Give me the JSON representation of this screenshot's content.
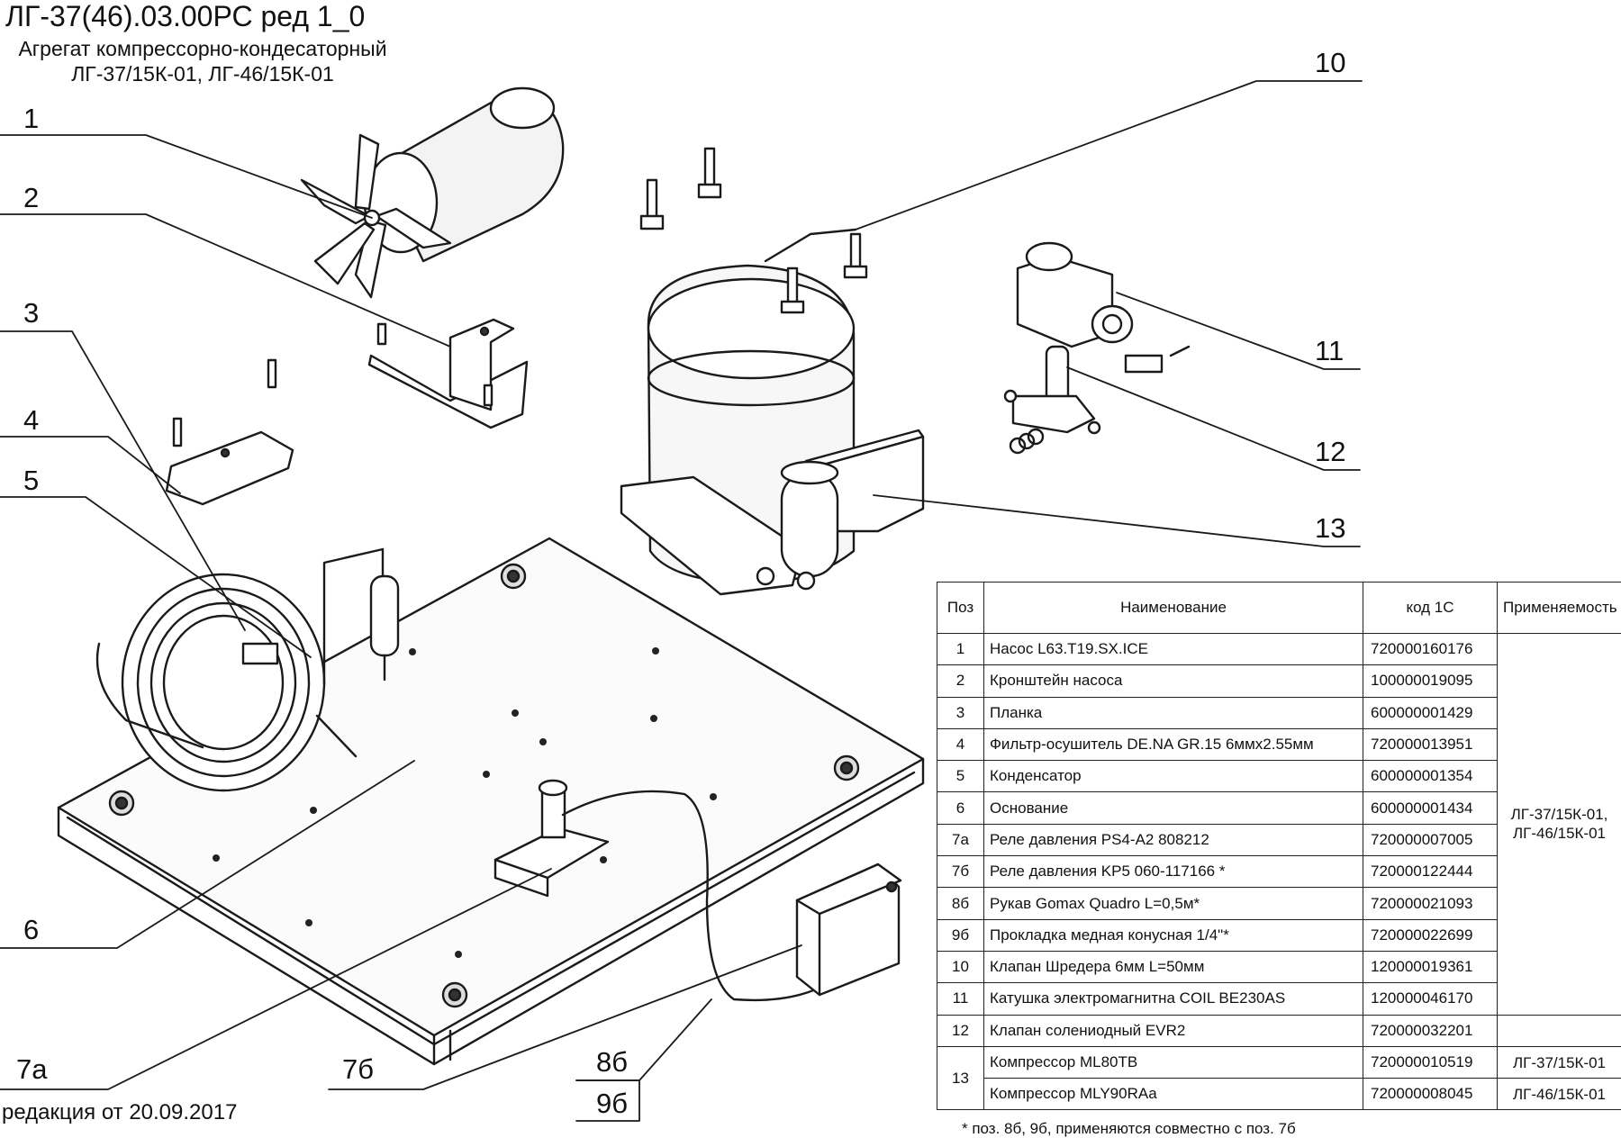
{
  "document": {
    "code": "ЛГ-37(46).03.00РС ред 1_0",
    "subtitle_line1": "Агрегат компрессорно-кондесаторный",
    "subtitle_line2": "ЛГ-37/15К-01, ЛГ-46/15К-01",
    "revision": "редакция от 20.09.2017",
    "footnote": "* поз. 8б, 9б, применяются совместно с поз. 7б"
  },
  "callouts": {
    "c1": "1",
    "c2": "2",
    "c3": "3",
    "c4": "4",
    "c5": "5",
    "c6": "6",
    "c7a": "7а",
    "c7b": "7б",
    "c8b": "8б",
    "c9b": "9б",
    "c10": "10",
    "c11": "11",
    "c12": "12",
    "c13": "13"
  },
  "table": {
    "headers": {
      "pos": "Поз",
      "name": "Наименование",
      "code": "код 1С",
      "applicability": "Применяемость"
    },
    "rows": [
      {
        "pos": "1",
        "name": "Насос L63.T19.SX.ICE",
        "code": "720000160176"
      },
      {
        "pos": "2",
        "name": "Кронштейн насоса",
        "code": "100000019095"
      },
      {
        "pos": "3",
        "name": "Планка",
        "code": "600000001429"
      },
      {
        "pos": "4",
        "name": "Фильтр-осушитель DE.NA GR.15 6ммх2.55мм",
        "code": "720000013951"
      },
      {
        "pos": "5",
        "name": "Конденсатор",
        "code": "600000001354"
      },
      {
        "pos": "6",
        "name": "Основание",
        "code": "600000001434"
      },
      {
        "pos": "7а",
        "name": "Реле давления PS4-A2 808212",
        "code": "720000007005"
      },
      {
        "pos": "7б",
        "name": "Реле давления KP5 060-117166 *",
        "code": "720000122444"
      },
      {
        "pos": "8б",
        "name": "Рукав Gomax Quadro L=0,5м*",
        "code": "720000021093"
      },
      {
        "pos": "9б",
        "name": "Прокладка медная конусная 1/4\"*",
        "code": "720000022699"
      },
      {
        "pos": "10",
        "name": "Клапан Шредера 6мм L=50мм",
        "code": "120000019361"
      },
      {
        "pos": "11",
        "name": "Катушка электромагнитна COIL BE230AS",
        "code": "120000046170"
      },
      {
        "pos": "12",
        "name": "Клапан солениодный EVR2",
        "code": "720000032201"
      }
    ],
    "shared_applicability_line1": "ЛГ-37/15К-01,",
    "shared_applicability_line2": "ЛГ-46/15К-01",
    "row13": {
      "pos": "13",
      "a": {
        "name": "Компрессор ML80TB",
        "code": "720000010519",
        "applicability": "ЛГ-37/15К-01"
      },
      "b": {
        "name": "Компрессор MLY90RAa",
        "code": "720000008045",
        "applicability": "ЛГ-46/15К-01"
      }
    }
  }
}
